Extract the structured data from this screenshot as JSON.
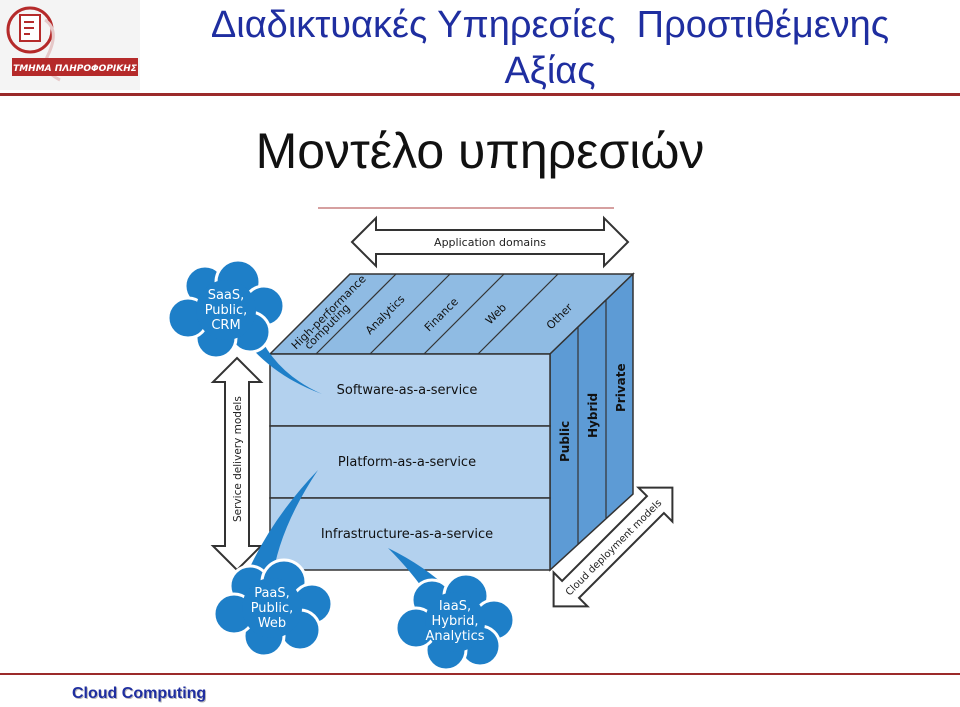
{
  "header": {
    "title_line1": "Διαδικτυακές Υπηρεσίες  Προστιθέμενης",
    "title_line2": "Αξίας",
    "logo_text": "ΤΜΗΜΑ ΠΛΗΡΟΦΟΡΙΚΗΣ"
  },
  "slide": {
    "title": "Μοντέλο υπηρεσιών"
  },
  "diagram": {
    "application_domains_label": "Application domains",
    "service_delivery_label": "Service delivery models",
    "cloud_deployment_label": "Cloud deployment models",
    "domains": [
      "High-performance",
      "computing",
      "Analytics",
      "Finance",
      "Web",
      "Other"
    ],
    "layers": [
      "Software-as-a-service",
      "Platform-as-a-service",
      "Infrastructure-as-a-service"
    ],
    "deployments": [
      "Public",
      "Hybrid",
      "Private"
    ],
    "clouds": {
      "saas": [
        "SaaS,",
        "Public,",
        "CRM"
      ],
      "paas": [
        "PaaS,",
        "Public,",
        "Web"
      ],
      "iaas": [
        "IaaS,",
        "Hybrid,",
        "Analytics"
      ]
    }
  },
  "footer": {
    "text": "Cloud Computing"
  },
  "colors": {
    "title_blue": "#1f2ea0",
    "rule_red": "#9b2a2a",
    "cube_front": "#b3d1ee",
    "cube_top": "#8fbbe3",
    "cube_side": "#5d9bd5",
    "cloud_blue": "#1e7fc8"
  }
}
